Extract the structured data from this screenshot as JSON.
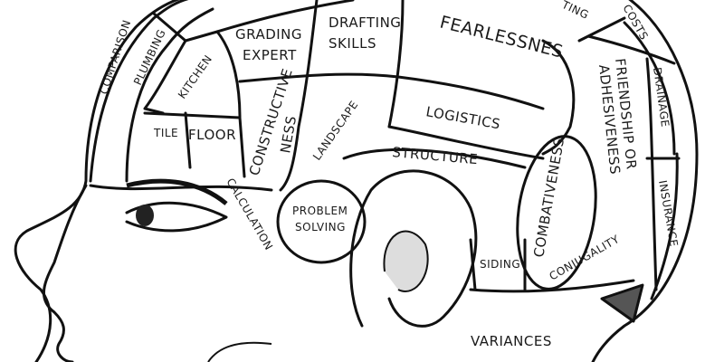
{
  "title": "Phrenology head chart",
  "regions": {
    "comparison": "COMPARISON",
    "plumbing": "PLUMBING",
    "kitchen": "KITCHEN",
    "grading_1": "GRADING",
    "grading_2": "EXPERT",
    "drafting_1": "DRAFTING",
    "drafting_2": "SKILLS",
    "fearlessness": "FEARLESSNES",
    "partial_top": "TING",
    "costs": "COSTS",
    "friendship_1": "FRIENDSHIP OR",
    "friendship_2": "ADHESIVENESS",
    "drainage": "DRAINAGE",
    "tile": "TILE",
    "floor": "FLOOR",
    "constructive_1": "CONSTRUCTIVE",
    "constructive_2": "NESS",
    "landscape": "LANDSCAPE",
    "logistics": "LOGISTICS",
    "structure": "STRUCTURE",
    "calculation": "CALCULATION",
    "problem_1": "PROBLEM",
    "problem_2": "SOLVING",
    "combativeness": "COMBATIVENESS",
    "insurance": "INSURANCE",
    "siding": "SIDING",
    "conjugality": "CONJUGALITY",
    "variances": "VARIANCES"
  }
}
